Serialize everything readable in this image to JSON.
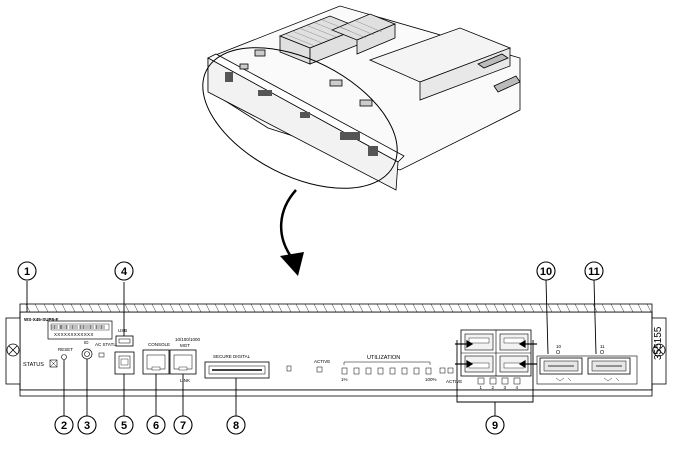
{
  "panel": {
    "model_label": "WS-X45-SUP8-E",
    "serial_label_text": "XXXXXXXXXXXX",
    "status_label": "STATUS",
    "reset_label": "RESET",
    "id_label": "ID",
    "ac_status_label": "AC STATUS",
    "usb_label": "USB",
    "console_label": "CONSOLE",
    "mgmt_label_line1": "10/100/1000",
    "mgmt_label_line2": "MGT",
    "link_label": "LINK",
    "sd_label": "SECURE DIGITAL",
    "active_label": "ACTIVE",
    "utilization_label": "UTILIZATION",
    "util_leds": [
      "1%",
      "",
      "",
      "",
      "",
      "",
      "",
      "100%"
    ],
    "sfp_active_label": "ACTIVE",
    "sfp_port_labels": [
      "1",
      "2",
      "3",
      "4"
    ],
    "qsfp_labels": [
      "10",
      "11"
    ]
  },
  "callouts": [
    "1",
    "2",
    "3",
    "4",
    "5",
    "6",
    "7",
    "8",
    "9",
    "10",
    "11"
  ],
  "figure_id": "355155",
  "colors": {
    "line": "#000000",
    "background": "#ffffff",
    "fill_light": "#f2f2f2",
    "fill_mid": "#d9d9d9"
  }
}
